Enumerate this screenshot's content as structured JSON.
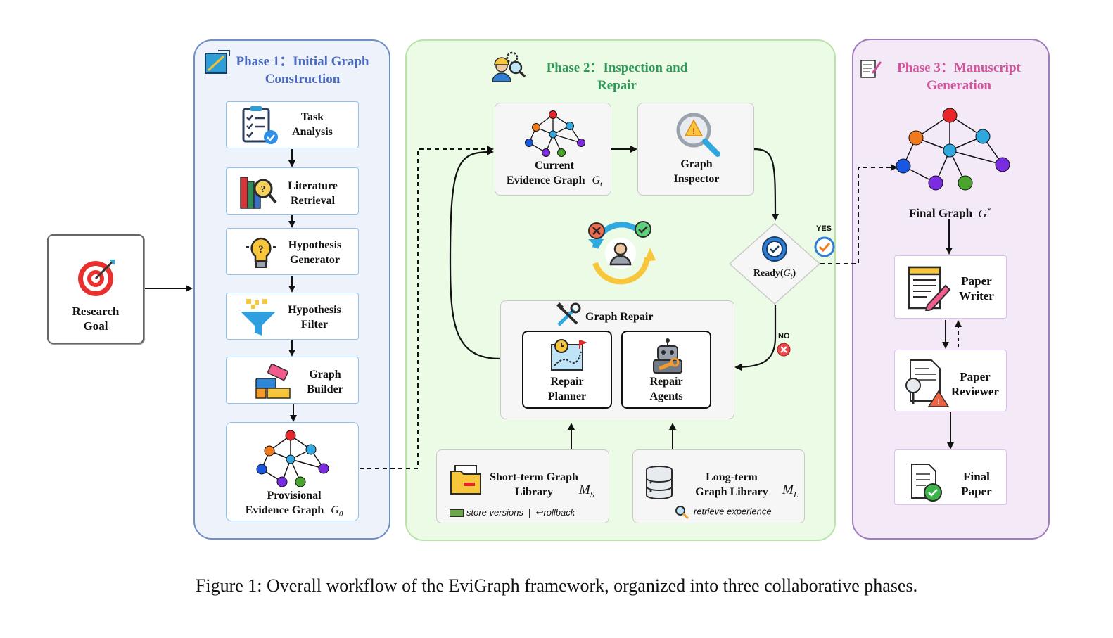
{
  "research_goal": {
    "line1": "Research",
    "line2": "Goal"
  },
  "phase1": {
    "title_line1": "Phase 1：Initial Graph",
    "title_line2": "Construction",
    "steps": [
      {
        "line1": "Task",
        "line2": "Analysis"
      },
      {
        "line1": "Literature",
        "line2": "Retrieval"
      },
      {
        "line1": "Hypothesis",
        "line2": "Generator"
      },
      {
        "line1": "Hypothesis",
        "line2": "Filter"
      },
      {
        "line1": "Graph",
        "line2": "Builder"
      }
    ],
    "provisional": {
      "line1": "Provisional",
      "line2": "Evidence Graph",
      "symbol": "G",
      "sub": "0"
    }
  },
  "phase2": {
    "title_line1": "Phase 2：Inspection and",
    "title_line2": "Repair",
    "current_graph": {
      "line1": "Current",
      "line2": "Evidence Graph",
      "symbol": "G",
      "sub": "t"
    },
    "inspector": {
      "line1": "Graph",
      "line2": "Inspector"
    },
    "ready": {
      "label": "Ready(",
      "symbol": "G",
      "sub": "t",
      "close": ")"
    },
    "yes": "YES",
    "no": "NO",
    "graph_repair": "Graph Repair",
    "repair_planner": {
      "line1": "Repair",
      "line2": "Planner"
    },
    "repair_agents": {
      "line1": "Repair",
      "line2": "Agents"
    },
    "short_term": {
      "line1": "Short-term Graph",
      "line2": "Library",
      "symbol": "M",
      "sub": "S",
      "note1": "store versions",
      "sep": "|",
      "note2": "rollback"
    },
    "long_term": {
      "line1": "Long-term",
      "line2": "Graph Library",
      "symbol": "M",
      "sub": "L",
      "note": "retrieve experience"
    }
  },
  "phase3": {
    "title_line1": "Phase 3：Manuscript",
    "title_line2": "Generation",
    "final_graph": {
      "label": "Final Graph",
      "symbol": "G",
      "sup": "*"
    },
    "paper_writer": {
      "line1": "Paper",
      "line2": "Writer"
    },
    "paper_reviewer": {
      "line1": "Paper",
      "line2": "Reviewer"
    },
    "final_paper": {
      "line1": "Final",
      "line2": "Paper"
    }
  },
  "caption": "Figure 1: Overall workflow of the EviGraph framework, organized into three collaborative phases.",
  "colors": {
    "phase1_title": "#4a6bbf",
    "phase2_title": "#2f9a58",
    "phase3_title": "#d1549c",
    "node_red": "#e8262a",
    "node_orange": "#f07a1c",
    "node_cyan": "#2ea8df",
    "node_blue": "#1957e0",
    "node_purple": "#7b2be0",
    "node_green": "#4aa52e"
  }
}
